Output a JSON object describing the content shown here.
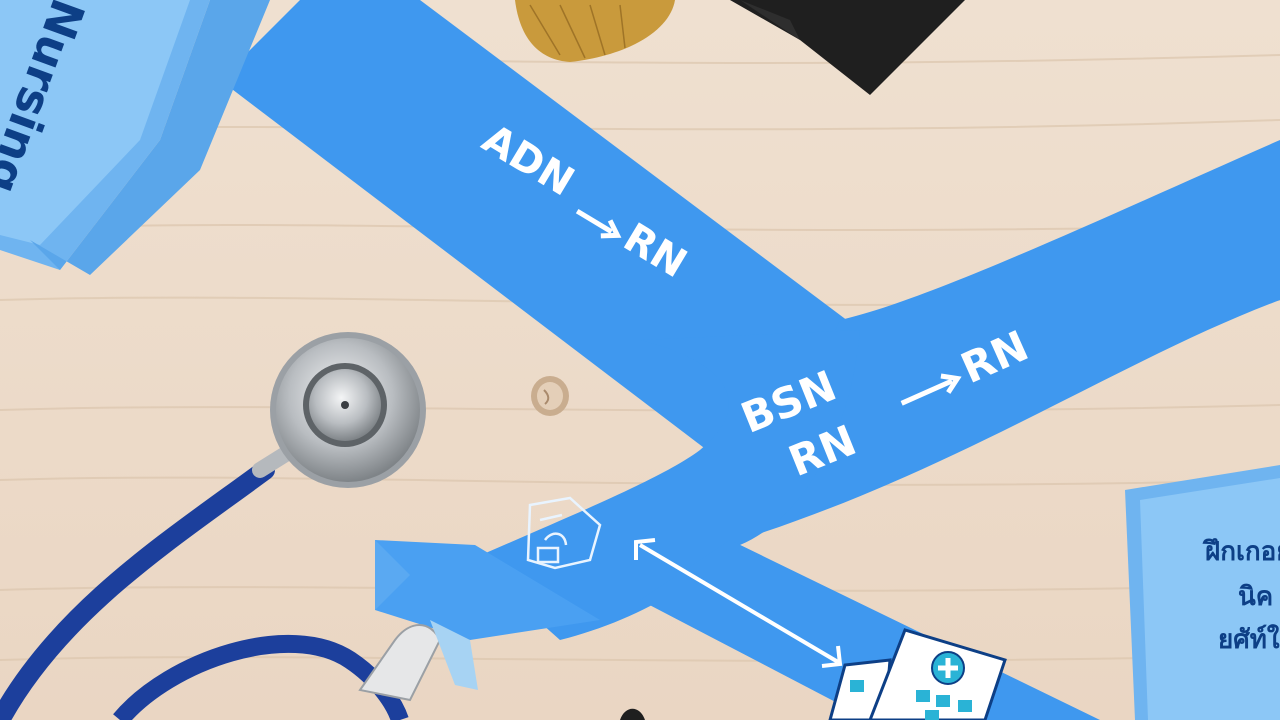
{
  "image": {
    "description_tokens": {
      "path_top_left": {
        "from_label": "ADN",
        "to_label": "RN"
      },
      "path_right": {
        "from_label": "BSN",
        "to_label": "RN"
      },
      "junction_label": "RN",
      "book_top_left_text": "Nursing",
      "book_right_lines": [
        "ฝึกเกอยู",
        "นิค",
        "ยศัท์ใ"
      ]
    },
    "colors": {
      "wood_light": "#eedccb",
      "wood_grain": "#d9c2aa",
      "road_blue": "#3f98ef",
      "road_blue_dark": "#2f86e0",
      "book_blue": "#7fbef4",
      "book_text": "#0d3f86",
      "stethoscope_tube": "#1c3f9c",
      "metal": "#c6c9cc",
      "cap_black": "#1f1f1f",
      "tassel_gold": "#c99a3c"
    },
    "icons": [
      "stethoscope-icon",
      "graduation-cap-icon",
      "tassel-icon",
      "hospital-building-icon",
      "double-arrow-icon",
      "hand-card-icon",
      "wood-knot-icon"
    ]
  }
}
